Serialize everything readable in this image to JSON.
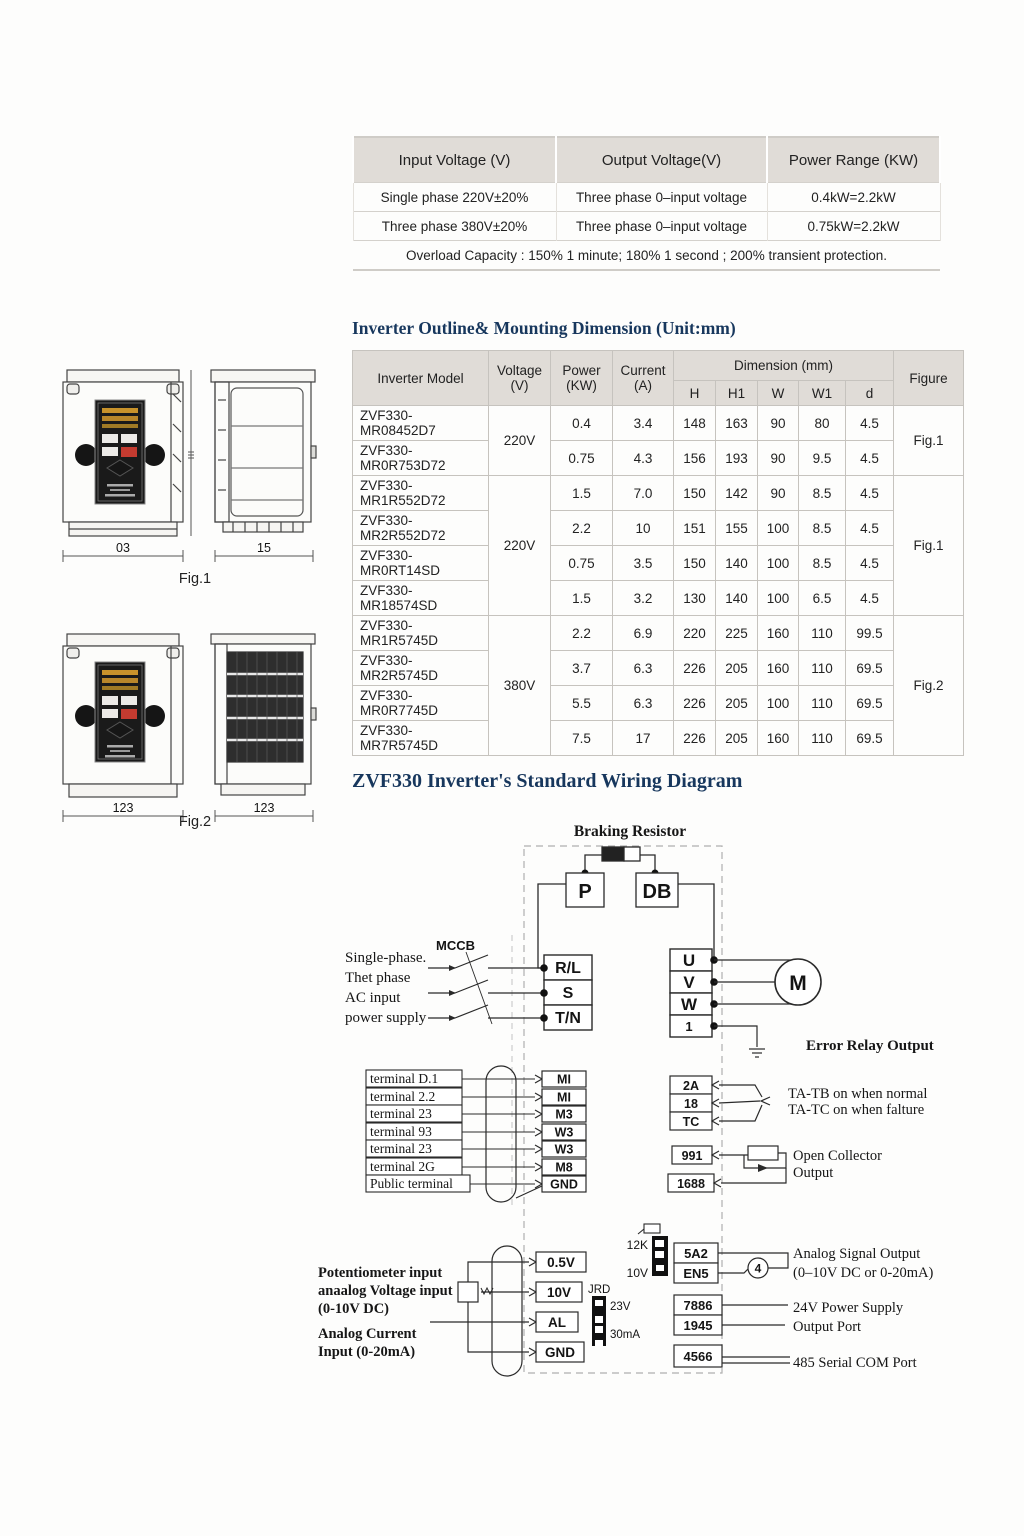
{
  "spec_table": {
    "headers": [
      "Input Voltage (V)",
      "Output Voltage(V)",
      "Power Range (KW)"
    ],
    "rows": [
      [
        "Single phase 220V±20%",
        "Three phase 0–input voltage",
        "0.4kW=2.2kW"
      ],
      [
        "Three phase 380V±20%",
        "Three phase 0–input voltage",
        "0.75kW=2.2kW"
      ]
    ],
    "footer": "Overload Capacity : 150% 1 minute; 180% 1 second ; 200% transient protection."
  },
  "dim": {
    "title": "Inverter Outline& Mounting Dimension (Unit:mm)",
    "header": {
      "model": "Inverter Model",
      "voltage": "Voltage (V)",
      "power": "Power (KW)",
      "current": "Current (A)",
      "dimension": "Dimension (mm)",
      "figure": "Figure",
      "h": "H",
      "h1": "H1",
      "w": "W",
      "w1": "W1",
      "d": "d"
    },
    "voltage_groups": [
      "220V",
      "220V",
      "380V"
    ],
    "figure_groups": [
      "Fig.1",
      "Fig.1",
      "Fig.2"
    ],
    "rows": [
      {
        "model": "ZVF330-MR08452D7",
        "power": "0.4",
        "current": "3.4",
        "h": "148",
        "h1": "163",
        "w": "90",
        "w1": "80",
        "d": "4.5"
      },
      {
        "model": "ZVF330-MR0R753D72",
        "power": "0.75",
        "current": "4.3",
        "h": "156",
        "h1": "193",
        "w": "90",
        "w1": "9.5",
        "d": "4.5"
      },
      {
        "model": "ZVF330-MR1R552D72",
        "power": "1.5",
        "current": "7.0",
        "h": "150",
        "h1": "142",
        "w": "90",
        "w1": "8.5",
        "d": "4.5"
      },
      {
        "model": "ZVF330-MR2R552D72",
        "power": "2.2",
        "current": "10",
        "h": "151",
        "h1": "155",
        "w": "100",
        "w1": "8.5",
        "d": "4.5"
      },
      {
        "model": "ZVF330-MR0RT14SD",
        "power": "0.75",
        "current": "3.5",
        "h": "150",
        "h1": "140",
        "w": "100",
        "w1": "8.5",
        "d": "4.5"
      },
      {
        "model": "ZVF330-MR18574SD",
        "power": "1.5",
        "current": "3.2",
        "h": "130",
        "h1": "140",
        "w": "100",
        "w1": "6.5",
        "d": "4.5"
      },
      {
        "model": "ZVF330-MR1R5745D",
        "power": "2.2",
        "current": "6.9",
        "h": "220",
        "h1": "225",
        "w": "160",
        "w1": "110",
        "d": "99.5"
      },
      {
        "model": "ZVF330-MR2R5745D",
        "power": "3.7",
        "current": "6.3",
        "h": "226",
        "h1": "205",
        "w": "160",
        "w1": "110",
        "d": "69.5"
      },
      {
        "model": "ZVF330-MR0R7745D",
        "power": "5.5",
        "current": "6.3",
        "h": "226",
        "h1": "205",
        "w": "100",
        "w1": "110",
        "d": "69.5"
      },
      {
        "model": "ZVF330-MR7R5745D",
        "power": "7.5",
        "current": "17",
        "h": "226",
        "h1": "205",
        "w": "160",
        "w1": "110",
        "d": "69.5"
      }
    ]
  },
  "figures": {
    "fig1": {
      "caption": "Fig.1",
      "dim_front": "03",
      "dim_side": "15"
    },
    "fig2": {
      "caption": "Fig.2",
      "dim_front": "123",
      "dim_side": "123"
    }
  },
  "wiring": {
    "title": "ZVF330 Inverter's Standard Wiring Diagram",
    "braking_resistor": "Braking Resistor",
    "p": "P",
    "db": "DB",
    "mccb": "MCCB",
    "input_lines": [
      "Single-phase.",
      "Thet phase",
      "AC input",
      "power supply"
    ],
    "rst": [
      "R/L",
      "S",
      "T/N"
    ],
    "uvw": [
      "U",
      "V",
      "W",
      "1"
    ],
    "motor": "M",
    "error_relay": "Error Relay Output",
    "digital_labels": [
      "terminal D.1",
      "terminal 2.2",
      "terminal 23",
      "terminal 93",
      "terminal 23",
      "terminal 2G",
      "Public terminal"
    ],
    "digital_terms": [
      "MI",
      "MI",
      "M3",
      "W3",
      "W3",
      "M8",
      "GND"
    ],
    "relay_terms": [
      "2A",
      "18",
      "TC"
    ],
    "relay_text1": "TA-TB on when normal",
    "relay_text2": "TA-TC on when falture",
    "oc_term": "991",
    "oc_term2": "1688",
    "oc_text1": "Open Collector",
    "oc_text2": "Output",
    "analog_text1": "Potentiometer input",
    "analog_text2": "anaalog Voltage input",
    "analog_text3": "(0-10V DC)",
    "analog_text4": "Analog Current",
    "analog_text5": "Input (0-20mA)",
    "analog_terms": [
      "0.5V",
      "10V",
      "AL",
      "GND"
    ],
    "sw1_top": "12K",
    "sw1_bottom": "10V",
    "sw2_top": "JRD",
    "sw2_mid": "23V",
    "sw2_bottom": "30mA",
    "ao_terms": [
      "5A2",
      "EN5"
    ],
    "ao_circle": "4",
    "ao_text1": "Analog Signal Output",
    "ao_text2": "(0–10V DC or 0-20mA)",
    "ps_terms": [
      "7886",
      "1945"
    ],
    "ps_text1": "24V Power Supply",
    "ps_text2": "Output Port",
    "com_term": "4566",
    "com_text": "485 Serial COM Port"
  }
}
